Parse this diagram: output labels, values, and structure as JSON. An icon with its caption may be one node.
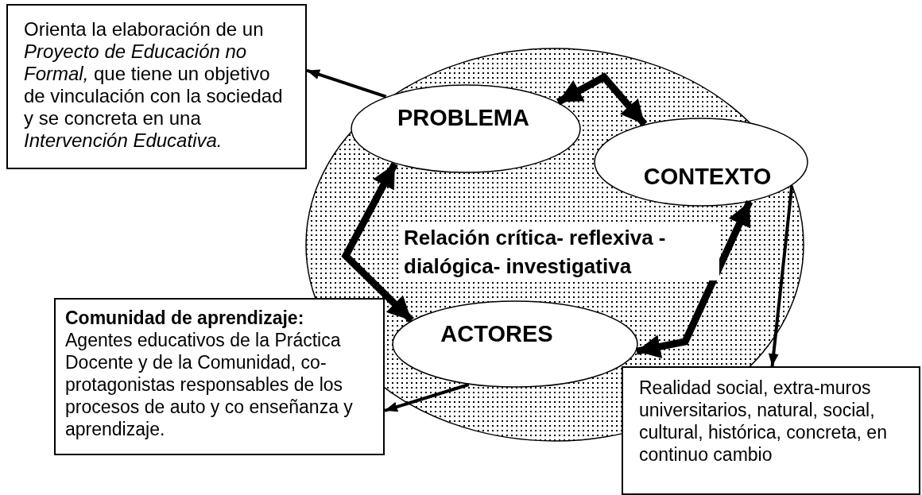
{
  "diagram": {
    "nodes": [
      {
        "text": [
          "Orienta la elaboración de un *Proyecto de Educación no Formal,* que tiene un objetivo de vinculación con la sociedad y se concreta en una *Intervención Educativa.*"
        ]
      },
      {
        "text": [
          "Relación crítica- reflexiva - dialógica- investigativa"
        ]
      },
      {
        "text": [
          "PROBLEMA"
        ],
        "in": 1
      },
      {
        "text": [
          "CONTEXTO"
        ],
        "in": 1
      },
      {
        "text": [
          "ACTORES"
        ],
        "in": 1
      },
      {
        "text": [
          "Comunidad de aprendizaje:",
          "Agentes educativos de la Práctica Docente y de la Comunidad, co-protagonistas responsables de los procesos de auto y co enseñanza y aprendizaje."
        ]
      },
      {
        "text": [
          "Realidad social, extra-muros universitarios, natural, social, cultural, histórica, concreta, en continuo cambio"
        ]
      }
    ],
    "edges": [
      {
        "from": 2,
        "to": 0,
        "arrow": "to"
      },
      {
        "from": 2,
        "to": 3,
        "arrow": "both",
        "style": "thick"
      },
      {
        "from": 2,
        "to": 4,
        "arrow": "both",
        "style": "thick"
      },
      {
        "from": 3,
        "to": 4,
        "arrow": "both",
        "style": "thick"
      },
      {
        "from": 3,
        "to": 6,
        "arrow": "to"
      },
      {
        "from": 4,
        "to": 5,
        "arrow": "to"
      }
    ]
  }
}
